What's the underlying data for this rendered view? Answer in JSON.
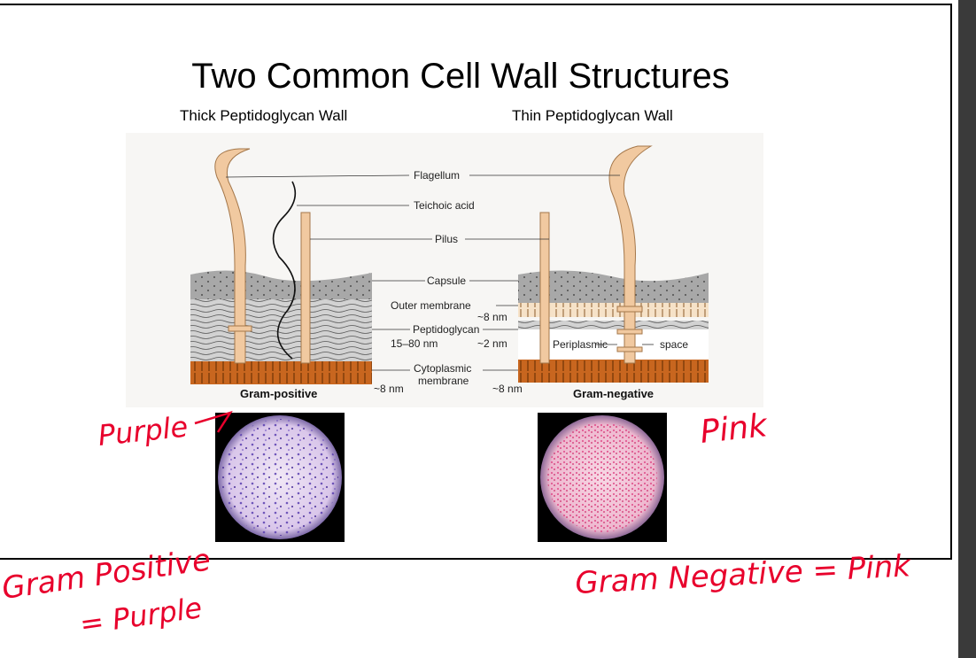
{
  "slide": {
    "title": "Two Common Cell Wall Structures",
    "left_heading": "Thick Peptidoglycan Wall",
    "right_heading": "Thin Peptidoglycan Wall"
  },
  "diagram": {
    "labels": {
      "flagellum": "Flagellum",
      "teichoic_acid": "Teichoic acid",
      "pilus": "Pilus",
      "capsule": "Capsule",
      "outer_membrane": "Outer membrane",
      "outer_membrane_size": "~8 nm",
      "peptidoglycan": "Peptidoglycan",
      "gp_peptidoglycan_size": "15–80 nm",
      "gn_peptidoglycan_size": "~2 nm",
      "periplasmic": "Periplasmic",
      "space": "space",
      "cytoplasmic_membrane_line1": "Cytoplasmic",
      "cytoplasmic_membrane_line2": "membrane",
      "gp_membrane_size": "~8 nm",
      "gn_membrane_size": "~8 nm",
      "gram_positive": "Gram-positive",
      "gram_negative": "Gram-negative"
    }
  },
  "annotations": {
    "purple_note": "Purple",
    "pink_note": "Pink",
    "bottom_left_line1": "Gram Positive",
    "bottom_left_line2": "= Purple",
    "bottom_right": "Gram Negative = Pink"
  },
  "colors": {
    "annotation": "#e8002c",
    "membrane": "#c8661f",
    "flagellum": "#f1c9a0",
    "gram_positive_stain": "#5a3fb0",
    "gram_negative_stain": "#e0508c"
  }
}
